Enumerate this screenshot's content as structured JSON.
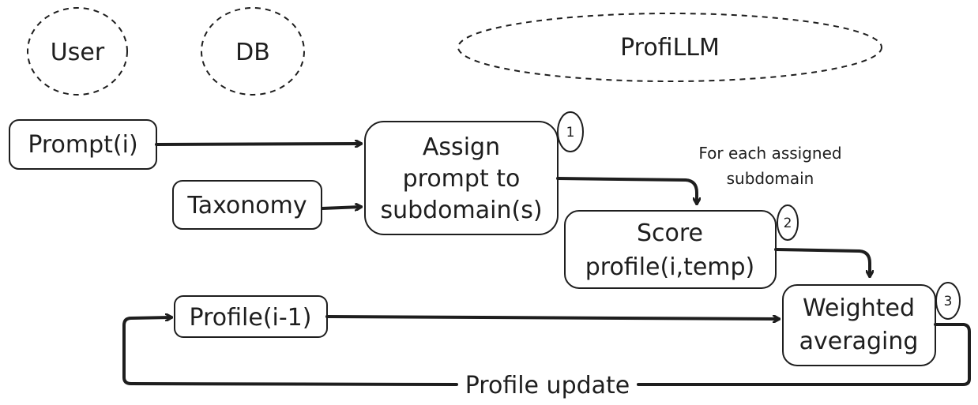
{
  "legend": {
    "user": "User",
    "db": "DB",
    "system": "ProfiLLM"
  },
  "nodes": {
    "prompt": "Prompt(i)",
    "taxonomy": "Taxonomy",
    "assign": [
      "Assign",
      "prompt to",
      "subdomain(s)"
    ],
    "score": [
      "Score",
      "profile(i,temp)"
    ],
    "weighted": [
      "Weighted",
      "averaging"
    ],
    "profile_prev": "Profile(i-1)"
  },
  "steps": [
    "1",
    "2",
    "3"
  ],
  "annotations": {
    "for_each": [
      "For each assigned",
      "subdomain"
    ],
    "profile_update": "Profile update"
  }
}
